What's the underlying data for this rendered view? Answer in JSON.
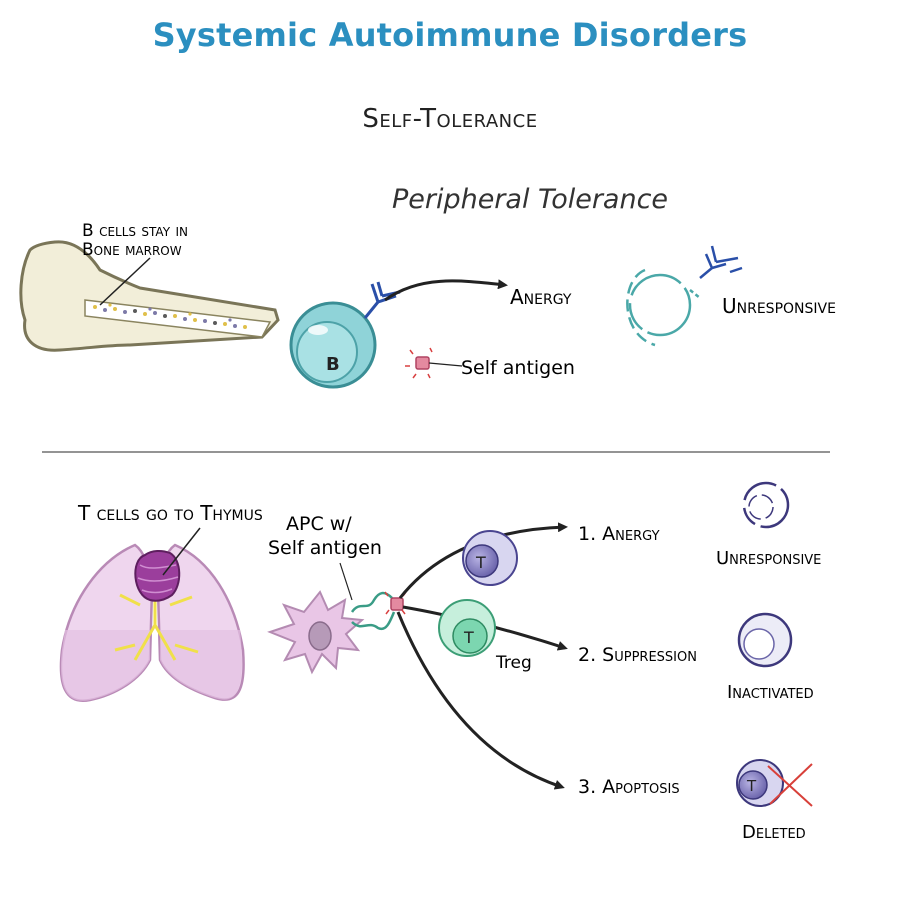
{
  "title": "Systemic Autoimmune Disorders",
  "section_title": "Self-Tolerance",
  "b_cell_panel": {
    "subtitle": "Peripheral Tolerance",
    "bone_label_line1": "B cells stay in",
    "bone_label_line2": "Bone marrow",
    "cell_letter": "B",
    "anergy_label": "Anergy",
    "self_antigen_label": "Self antigen",
    "outcome_label": "Unresponsive"
  },
  "t_cell_panel": {
    "thymus_label": "T cells go to Thymus",
    "apc_label_line1": "APC w/",
    "apc_label_line2": "Self antigen",
    "cell_letter": "T",
    "treg_label": "Treg",
    "pathways": [
      {
        "label": "1. Anergy",
        "outcome": "Unresponsive"
      },
      {
        "label": "2. Suppression",
        "outcome": "Inactivated"
      },
      {
        "label": "3. Apoptosis",
        "outcome": "Deleted"
      }
    ]
  },
  "colors": {
    "title": "#2b8fc0",
    "b_cell": "#8fd3d8",
    "t_cell": "#8c86c4",
    "treg": "#7cd6b0",
    "apc": "#e9c6e6",
    "thymus": "#9b3e9c",
    "lungs": "#efd6ee",
    "antigen": "#e48aa0",
    "receptor": "#2a4fa8",
    "cross": "#d8403a"
  }
}
